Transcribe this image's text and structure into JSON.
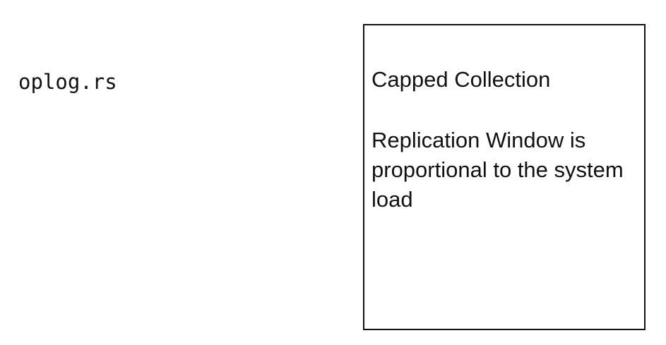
{
  "left_label": "oplog.rs",
  "box": {
    "title": "Capped Collection",
    "description": "Replication Window is proportional to the system load"
  }
}
